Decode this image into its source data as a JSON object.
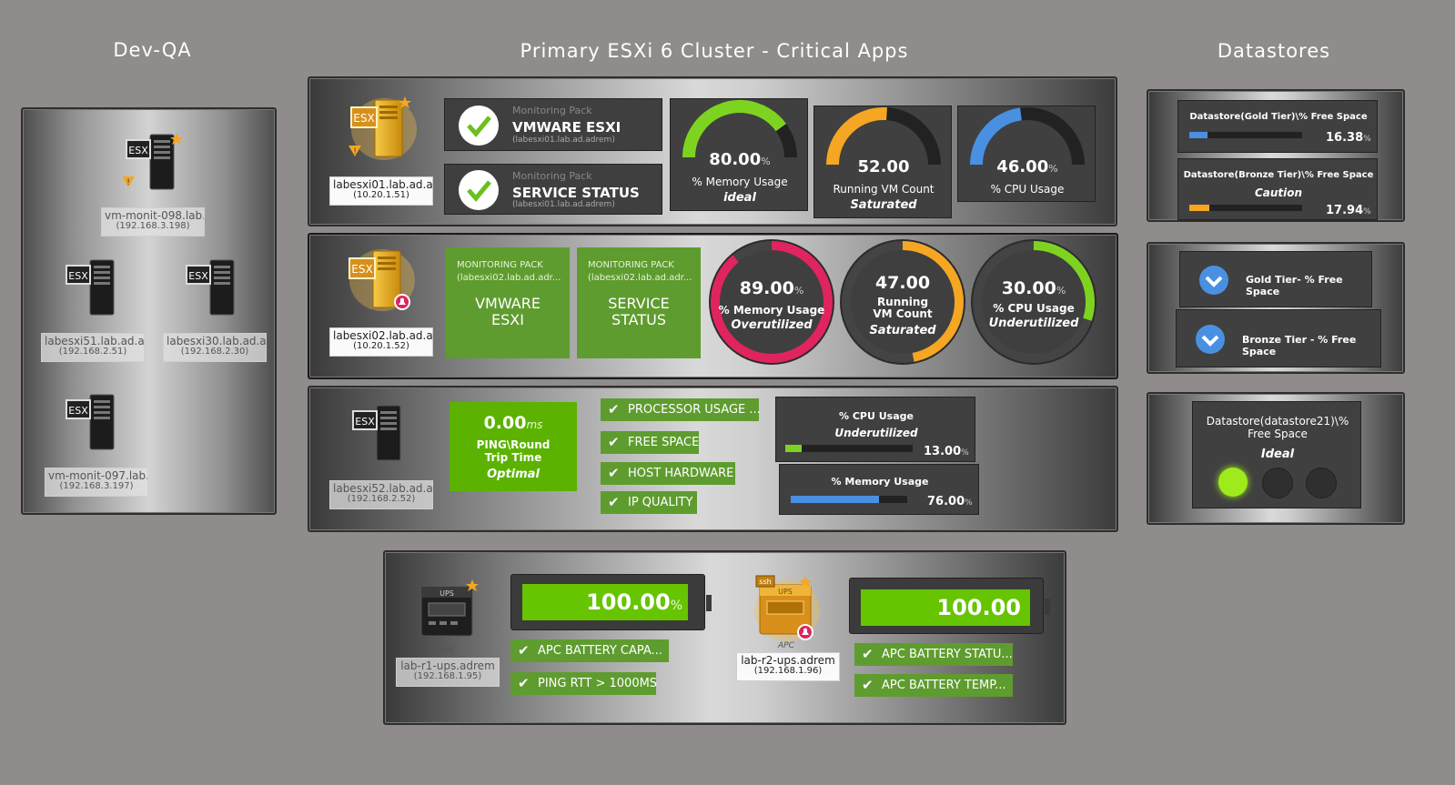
{
  "titles": {
    "devqa": "Dev-QA",
    "cluster": "Primary ESXi 6 Cluster - Critical Apps",
    "datastores": "Datastores"
  },
  "colors": {
    "green_accent": "#7ed321",
    "orange_accent": "#f5a623",
    "blue_accent": "#4a90e2",
    "red_accent": "#e0245e",
    "pill_green": "#5f9c2f"
  },
  "devqa": {
    "devices": [
      {
        "name": "vm-monit-098.lab...",
        "ip": "(192.168.3.198)"
      },
      {
        "name": "labesxi51.lab.ad.a...",
        "ip": "(192.168.2.51)"
      },
      {
        "name": "labesxi30.lab.ad.a...",
        "ip": "(192.168.2.30)"
      },
      {
        "name": "vm-monit-097.lab...",
        "ip": "(192.168.3.197)"
      }
    ]
  },
  "host1": {
    "name": "labesxi01.lab.ad.a...",
    "ip": "(10.20.1.51)",
    "packs": [
      {
        "caption": "Monitoring Pack",
        "title": "VMWARE ESXI",
        "sub": "(labesxi01.lab.ad.adrem)"
      },
      {
        "caption": "Monitoring Pack",
        "title": "SERVICE STATUS",
        "sub": "(labesxi01.lab.ad.adrem)"
      }
    ],
    "gauges": [
      {
        "value": "80.00",
        "unit": "%",
        "label": "% Memory Usage",
        "state": "ideal",
        "fraction": 0.8
      },
      {
        "value": "52.00",
        "unit": "",
        "label": "Running VM Count",
        "state": "Saturated",
        "fraction": 0.52
      },
      {
        "value": "46.00",
        "unit": "%",
        "label": "% CPU Usage",
        "state": "",
        "fraction": 0.46
      }
    ]
  },
  "host2": {
    "name": "labesxi02.lab.ad.a...",
    "ip": "(10.20.1.52)",
    "packs": [
      {
        "caption": "MONITORING PACK",
        "sub": "(labesxi02.lab.ad.adr...",
        "title1": "VMWARE",
        "title2": "ESXI"
      },
      {
        "caption": "MONITORING PACK",
        "sub": "(labesxi02.lab.ad.adr...",
        "title1": "SERVICE",
        "title2": "STATUS"
      }
    ],
    "rings": [
      {
        "value": "89.00",
        "unit": "%",
        "label": "% Memory Usage",
        "state": "Overutilized",
        "fraction": 0.89
      },
      {
        "value": "47.00",
        "unit": "",
        "label": "Running VM Count",
        "state": "Saturated",
        "fraction": 0.47
      },
      {
        "value": "30.00",
        "unit": "%",
        "label": "% CPU Usage",
        "state": "Underutilized",
        "fraction": 0.3
      }
    ]
  },
  "host3": {
    "name": "labesxi52.lab.ad.a...",
    "ip": "(192.168.2.52)",
    "ping": {
      "value": "0.00",
      "unit": "ms",
      "label": "PING\\Round Trip Time",
      "state": "Optimal"
    },
    "checks": [
      "PROCESSOR USAGE ...",
      "FREE SPACE",
      "HOST HARDWARE",
      "IP QUALITY"
    ],
    "bars": [
      {
        "label": "% CPU Usage",
        "state": "Underutilized",
        "value": "13.00",
        "unit": "%",
        "fraction": 0.13
      },
      {
        "label": "% Memory Usage",
        "state": "",
        "value": "76.00",
        "unit": "%",
        "fraction": 0.76
      }
    ]
  },
  "ups": {
    "dev1": {
      "type": "APC",
      "name": "lab-r1-ups.adrem",
      "ip": "(192.168.1.95)",
      "badge": "UPS"
    },
    "dev2": {
      "type": "APC",
      "name": "lab-r2-ups.adrem",
      "ip": "(192.168.1.96)",
      "badge": "UPS",
      "tag": "ssh"
    },
    "battery1": {
      "value": "100.00",
      "unit": "%",
      "fraction": 1.0
    },
    "battery2": {
      "value": "100.00",
      "unit": "",
      "fraction": 1.0
    },
    "checks1": [
      "APC BATTERY CAPA...",
      "PING RTT > 1000MS"
    ],
    "checks2": [
      "APC BATTERY STATU...",
      "APC BATTERY TEMP..."
    ]
  },
  "datastores": {
    "bars": [
      {
        "label": "Datastore(Gold Tier)\\% Free Space",
        "state": "",
        "value": "16.38",
        "unit": "%",
        "fraction": 0.16,
        "color": "#4a90e2"
      },
      {
        "label": "Datastore(Bronze Tier)\\% Free Space",
        "state": "Caution",
        "value": "17.94",
        "unit": "%",
        "fraction": 0.18,
        "color": "#f5a623"
      }
    ],
    "tiers": [
      "Gold Tier- % Free Space",
      "Bronze Tier - % Free Space"
    ],
    "lights": {
      "label1": "Datastore(datastore21)\\%",
      "label2": "Free Space",
      "state": "Ideal"
    }
  }
}
